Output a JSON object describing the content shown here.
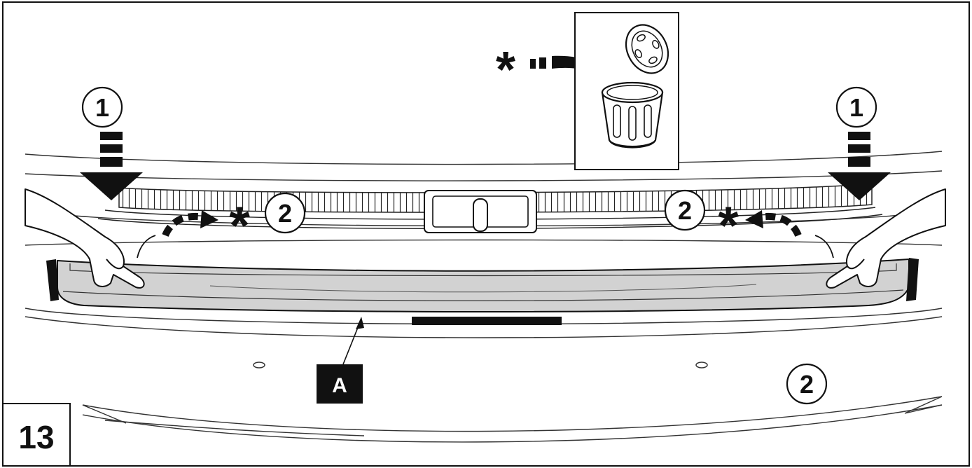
{
  "figure": {
    "number": "13"
  },
  "callouts": {
    "part_label": "A",
    "step_press_left": "1",
    "step_press_right": "1",
    "step_clip_left": "2",
    "step_clip_right": "2",
    "step_bumper": "2"
  },
  "symbols": {
    "discard_marker": "*",
    "icon_trash": "trash-bin-icon",
    "icon_hand": "hand-icon",
    "icon_arrow": "arrow-down-icon",
    "icon_clip": "clip-icon"
  },
  "colors": {
    "line": "#111111",
    "trim_fill": "#d2d2d2",
    "background": "#ffffff",
    "frame": "#111111"
  }
}
